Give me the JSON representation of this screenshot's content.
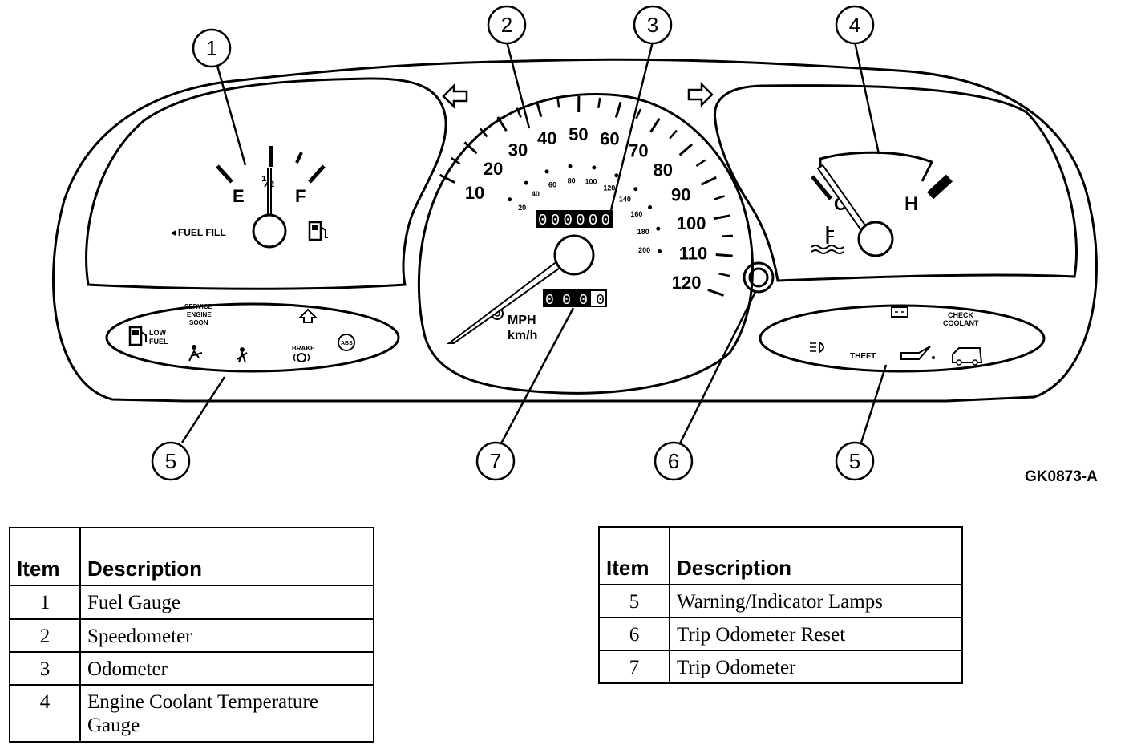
{
  "diagram": {
    "figure_code": "GK0873-A",
    "callouts": [
      "1",
      "2",
      "3",
      "4",
      "5",
      "6",
      "7",
      "5"
    ],
    "fuel_gauge": {
      "e": "E",
      "half": "½",
      "f": "F",
      "fuel_fill": "◄FUEL FILL"
    },
    "speedometer": {
      "mph_ticks": [
        "10",
        "20",
        "30",
        "40",
        "50",
        "60",
        "70",
        "80",
        "90",
        "100",
        "110",
        "120"
      ],
      "kmh_ticks": [
        "20",
        "40",
        "60",
        "80",
        "100",
        "120",
        "140",
        "160",
        "180",
        "200"
      ],
      "mph": "MPH",
      "kmh": "km/h",
      "odometer": "000000",
      "trip": "0000"
    },
    "temp_gauge": {
      "c": "C",
      "h": "H"
    },
    "lamps_left": {
      "service": "SERVICE",
      "engine": "ENGINE",
      "soon": "SOON",
      "low": "LOW",
      "fuel": "FUEL",
      "brake": "BRAKE",
      "abs": "ABS"
    },
    "lamps_right": {
      "check": "CHECK",
      "coolant": "COOLANT",
      "theft": "THEFT"
    }
  },
  "tables": [
    {
      "headers": [
        "Item",
        "Description"
      ],
      "rows": [
        [
          "1",
          "Fuel Gauge"
        ],
        [
          "2",
          "Speedometer"
        ],
        [
          "3",
          "Odometer"
        ],
        [
          "4",
          "Engine Coolant Temperature Gauge"
        ]
      ]
    },
    {
      "headers": [
        "Item",
        "Description"
      ],
      "rows": [
        [
          "5",
          "Warning/Indicator Lamps"
        ],
        [
          "6",
          "Trip Odometer Reset"
        ],
        [
          "7",
          "Trip Odometer"
        ]
      ]
    }
  ]
}
